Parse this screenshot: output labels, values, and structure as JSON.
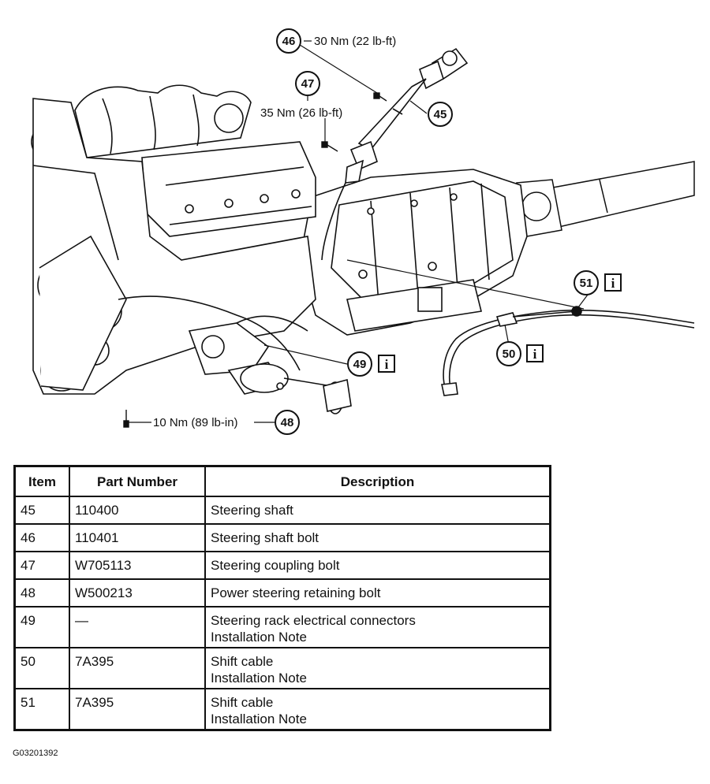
{
  "callouts": {
    "c46": {
      "num": "46",
      "torque": "30 Nm (22 lb-ft)"
    },
    "c47": {
      "num": "47",
      "torque": "35 Nm (26 lb-ft)"
    },
    "c45": {
      "num": "45"
    },
    "c51": {
      "num": "51",
      "info": "i"
    },
    "c50": {
      "num": "50",
      "info": "i"
    },
    "c49": {
      "num": "49",
      "info": "i"
    },
    "c48": {
      "num": "48",
      "torque": "10 Nm (89 lb-in)"
    }
  },
  "table": {
    "headers": {
      "item": "Item",
      "part": "Part Number",
      "desc": "Description"
    },
    "rows": [
      {
        "item": "45",
        "part": "110400",
        "desc1": "Steering shaft",
        "desc2": ""
      },
      {
        "item": "46",
        "part": "110401",
        "desc1": "Steering shaft bolt",
        "desc2": ""
      },
      {
        "item": "47",
        "part": "W705113",
        "desc1": "Steering coupling bolt",
        "desc2": ""
      },
      {
        "item": "48",
        "part": "W500213",
        "desc1": "Power steering retaining bolt",
        "desc2": ""
      },
      {
        "item": "49",
        "part": "—",
        "desc1": "Steering rack electrical connectors",
        "desc2": "Installation Note"
      },
      {
        "item": "50",
        "part": "7A395",
        "desc1": "Shift cable",
        "desc2": "Installation Note"
      },
      {
        "item": "51",
        "part": "7A395",
        "desc1": "Shift cable",
        "desc2": "Installation Note"
      }
    ]
  },
  "figure_code": "G03201392"
}
